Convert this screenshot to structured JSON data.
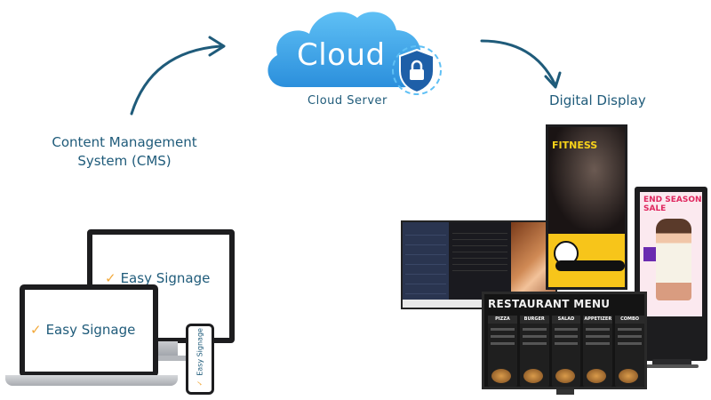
{
  "labels": {
    "cms_line1": "Content Management",
    "cms_line2": "System (CMS)",
    "server": "Cloud  Server",
    "display": "Digital Display"
  },
  "cloud": {
    "text": "Cloud",
    "color": "#3aa0e6",
    "shield_color": "#1e5fa8"
  },
  "brand": {
    "name": "Easy Signage",
    "mark": "✓",
    "text_color": "#1f5b7a",
    "mark_color": "#f2a93b"
  },
  "screens": {
    "fitness_title": "FITNESS",
    "kiosk_title": "END SEASON SALE",
    "menu_title": "RESTAURANT MENU",
    "menu_columns": [
      "PIZZA",
      "BURGER",
      "SALAD",
      "APPETIZER",
      "COMBO"
    ]
  },
  "colors": {
    "label": "#1f5b7a",
    "arrow": "#1f5b7a"
  }
}
